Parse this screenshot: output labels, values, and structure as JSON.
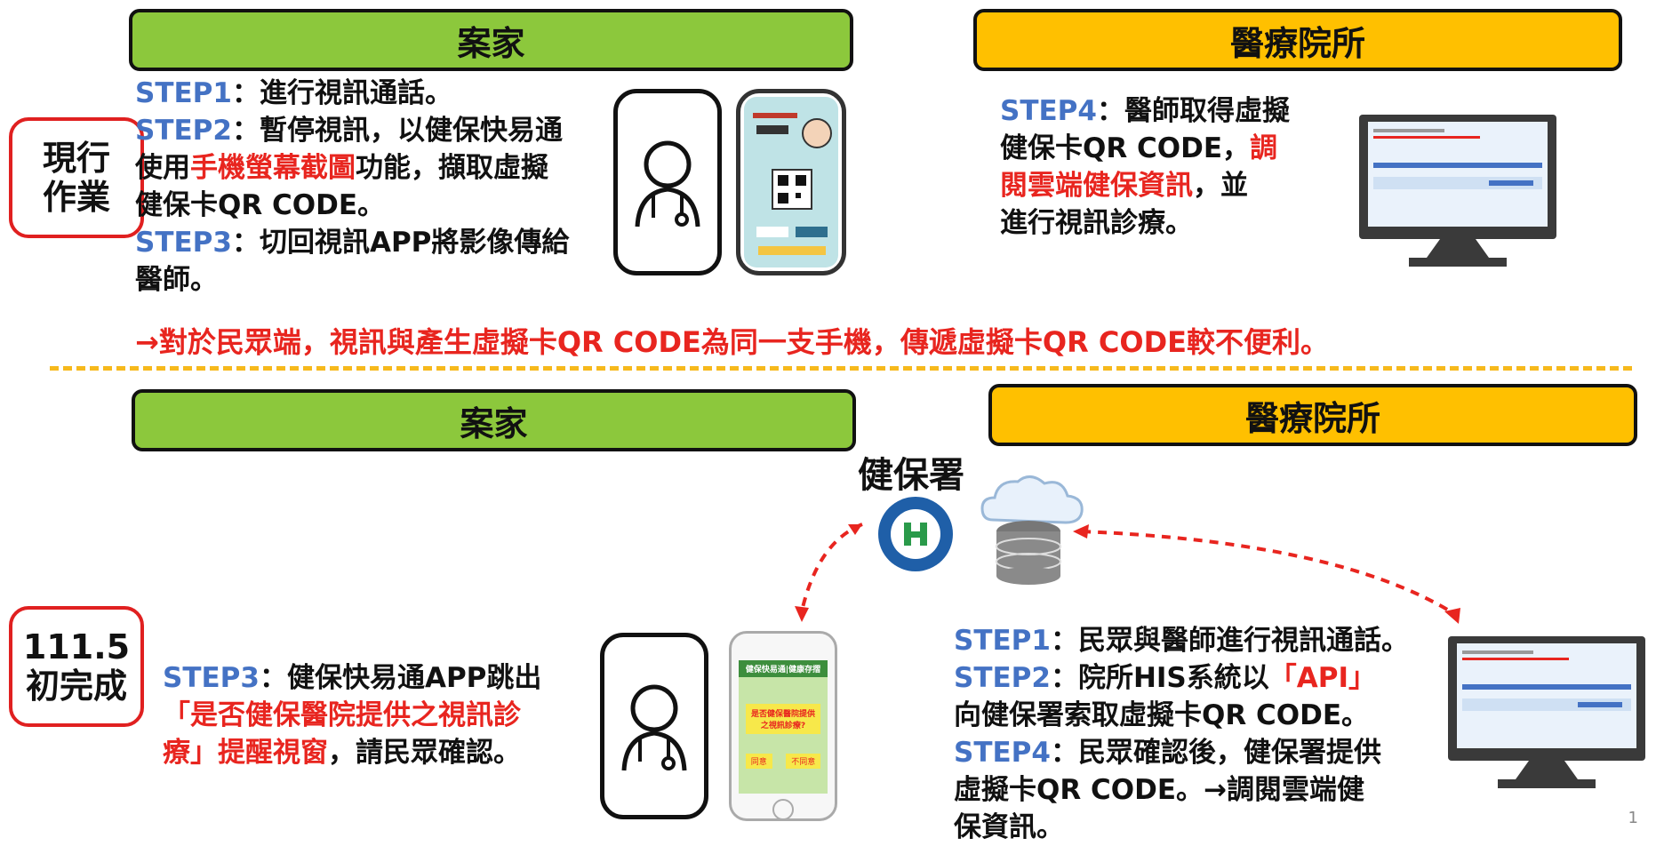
{
  "top": {
    "left_header": "案家",
    "right_header": "醫療院所",
    "row_label": "現行\n作業",
    "left_steps": [
      {
        "step": "STEP1",
        "text": "：進行視訊通話。"
      },
      {
        "step": "STEP2",
        "text": "：暫停視訊，以健保快易通"
      },
      {
        "pre": "使用",
        "red": "手機螢幕截圖",
        "post": "功能，擷取虛擬"
      },
      {
        "text": "健保卡QR CODE。"
      },
      {
        "step": "STEP3",
        "text": "：切回視訊APP將影像傳給"
      },
      {
        "text": "醫師。"
      }
    ],
    "right_steps": [
      {
        "step": "STEP4",
        "text": "：醫師取得虛擬"
      },
      {
        "pre": "健保卡QR  CODE，",
        "red": "調"
      },
      {
        "red": "閱雲端健保資訊",
        "post": "，並"
      },
      {
        "text": "進行視訊診療。"
      }
    ],
    "note": "→對於民眾端，視訊與產生虛擬卡QR CODE為同一支手機，傳遞虛擬卡QR CODE較不便利。"
  },
  "bottom": {
    "left_header": "案家",
    "right_header": "醫療院所",
    "row_label": "111.5\n初完成",
    "nhi_label": "健保署",
    "left_steps": [
      {
        "step": "STEP3",
        "text": "：健保快易通APP跳出"
      },
      {
        "red": "「是否健保醫院提供之視訊診"
      },
      {
        "red": "療」提醒視窗",
        "post": "，請民眾確認。"
      }
    ],
    "right_steps": [
      {
        "step": "STEP1",
        "text": "：民眾與醫師進行視訊通話。"
      },
      {
        "step": "STEP2",
        "text": "：院所HIS系統以",
        "red": "「API」"
      },
      {
        "text": "向健保署索取虛擬卡QR CODE。"
      },
      {
        "step": "STEP4",
        "text": "：民眾確認後，健保署提供"
      },
      {
        "text": "虛擬卡QR CODE。→調閱雲端健"
      },
      {
        "text": "保資訊。"
      }
    ],
    "popup_title": "健保快易通|健康存摺",
    "popup_question": "是否健保醫院提供之視訊診療?",
    "popup_yes": "同意",
    "popup_no": "不同意"
  },
  "page_number": "1",
  "colors": {
    "green": "#8cc83c",
    "amber": "#ffc000",
    "blue": "#4472c4",
    "red": "#e8251f",
    "divider": "#f6b91c"
  }
}
